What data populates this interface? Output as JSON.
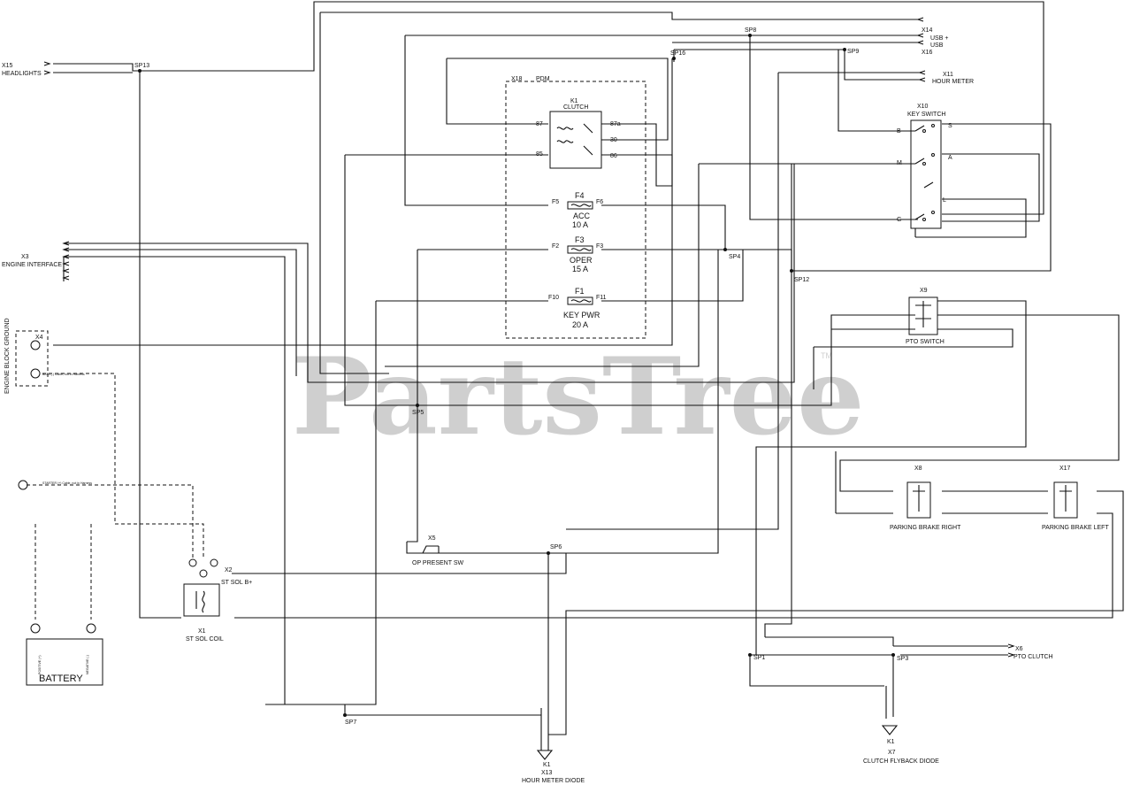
{
  "watermark": {
    "text": "PartsTree",
    "tm": "TM"
  },
  "components": {
    "x15": {
      "id": "X15",
      "name": "HEADLIGHTS"
    },
    "x14": {
      "id": "X14",
      "name": "USB +"
    },
    "x16": {
      "id": "X16",
      "name": "USB"
    },
    "x11": {
      "id": "X11",
      "name": "HOUR METER"
    },
    "x10": {
      "id": "X10",
      "name": "KEY SWITCH"
    },
    "x18": {
      "id": "X18",
      "name": "PDM"
    },
    "k1": {
      "id": "K1",
      "name": "CLUTCH"
    },
    "f4": {
      "id": "F4",
      "name": "ACC",
      "rating": "10 A"
    },
    "f3": {
      "id": "F3",
      "name": "OPER",
      "rating": "15 A"
    },
    "f1": {
      "id": "F1",
      "name": "KEY PWR",
      "rating": "20 A"
    },
    "x3": {
      "id": "X3",
      "name": "ENGINE INTERFACE"
    },
    "x4": {
      "id": "X4",
      "name": "ENGINE BLOCK GROUND"
    },
    "x9": {
      "id": "X9",
      "name": "PTO SWITCH"
    },
    "x5": {
      "id": "X5",
      "name": "OP PRESENT SW"
    },
    "x2": {
      "id": "X2",
      "name": "ST SOL B+"
    },
    "x1": {
      "id": "X1",
      "name": "ST SOL COIL"
    },
    "battery": {
      "name": "BATTERY"
    },
    "x8": {
      "id": "X8",
      "name": "PARKING BRAKE RIGHT"
    },
    "x17": {
      "id": "X17",
      "name": "PARKING BRAKE LEFT"
    },
    "x6": {
      "id": "X6",
      "name": "PTO CLUTCH"
    },
    "x13": {
      "id": "X13",
      "name": "HOUR METER DIODE",
      "diode": "K1"
    },
    "x7": {
      "id": "X7",
      "name": "CLUTCH FLYBACK DIODE",
      "diode": "K1"
    }
  },
  "splices": [
    "SP13",
    "SP8",
    "SP16",
    "SP9",
    "SP4",
    "SP12",
    "SP5",
    "SP6",
    "SP7",
    "SP1",
    "SP3"
  ],
  "cable_notes": {
    "bat1": "BAT1 (-) Cable, not in Harness",
    "starter": "STARTER (+) Cable, not in Harness",
    "pos": "POSITIVE (+)",
    "neg": "NEGATIVE (-)"
  },
  "pin_labels": {
    "k1_87": "87",
    "k1_30": "30",
    "k1_86": "86",
    "k1_85": "85",
    "k1_87a": "87a",
    "f4_in": "F5",
    "f4_out": "F6",
    "f3_in": "F2",
    "f3_out": "F3",
    "f1_in": "F10",
    "f1_out": "F11",
    "ks_b": "B",
    "ks_s": "S",
    "ks_a": "A",
    "ks_m": "M",
    "ks_l": "L",
    "ks_g": "G"
  }
}
